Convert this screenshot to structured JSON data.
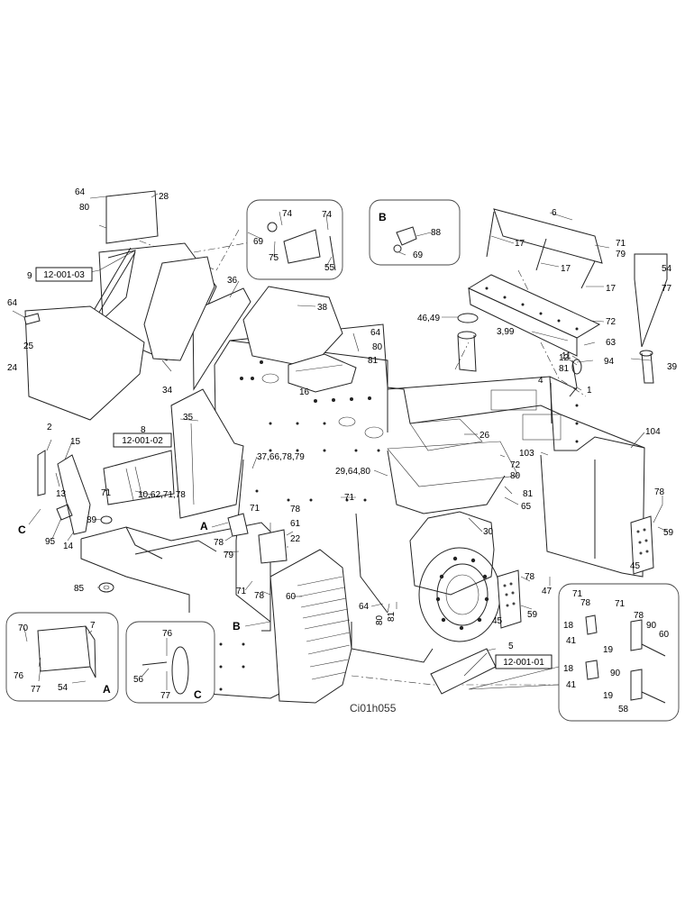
{
  "drawing_code": "Ci01h055",
  "references": [
    "12-001-03",
    "12-001-02",
    "12-001-01"
  ],
  "inset_letters": [
    "A",
    "B",
    "C"
  ],
  "labels": {
    "l28": "28",
    "l64a": "64",
    "l80a": "80",
    "l9": "9",
    "l64b": "64",
    "l25": "25",
    "l24": "24",
    "l34": "34",
    "l36": "36",
    "l69a": "69",
    "l74a": "74",
    "l75": "75",
    "l74b": "74",
    "l55": "55",
    "l88": "88",
    "l69b": "69",
    "l38": "38",
    "l6": "6",
    "l17a": "17",
    "l71a": "71",
    "l79a": "79",
    "l17b": "17",
    "l17c": "17",
    "l54a": "54",
    "l77a": "77",
    "l72a": "72",
    "l46": "46,49",
    "l399": "3,99",
    "l63": "63",
    "l64c": "64",
    "l80b": "80",
    "l81a": "81",
    "l16": "16",
    "l12": "12",
    "l81b": "81",
    "l11": "11",
    "l94": "94",
    "l39": "39",
    "l4": "4",
    "l1": "1",
    "l35": "35",
    "l8": "8",
    "l2": "2",
    "l15": "15",
    "l13": "13",
    "l71b": "71",
    "l89": "89",
    "l10": "10,62,71,78",
    "l37": "37,66,78,79",
    "l26": "26",
    "l104": "104",
    "l103": "103",
    "l72b": "72",
    "l80c": "80",
    "l29": "29,64,80",
    "l81c": "81",
    "l71c": "71",
    "l65": "65",
    "lC1": "C",
    "l95": "95",
    "l14": "14",
    "lA1": "A",
    "l71d": "71",
    "l78a": "78",
    "l61": "61",
    "l22": "22",
    "l78b": "78",
    "l79b": "79",
    "l30": "30",
    "l78c": "78",
    "l59a": "59",
    "l85": "85",
    "l71e": "71",
    "l78d": "78",
    "l60a": "60",
    "lB1": "B",
    "l45a": "45",
    "l78e": "78",
    "l59b": "59",
    "l47": "47",
    "l64d": "64",
    "l80d": "80",
    "l81d": "81",
    "l45b": "45",
    "l70": "70",
    "l7": "7",
    "l76a": "76",
    "l77b": "77",
    "l54b": "54",
    "lA2": "A",
    "l76b": "76",
    "l56": "56",
    "l77c": "77",
    "lC2": "C",
    "l5": "5",
    "l71f": "71",
    "l78f": "78",
    "l71g": "71",
    "l78g": "78",
    "l18a": "18",
    "l90a": "90",
    "l41a": "41",
    "l60b": "60",
    "l19a": "19",
    "l18b": "18",
    "l90b": "90",
    "l41b": "41",
    "l19b": "19",
    "l58": "58"
  }
}
